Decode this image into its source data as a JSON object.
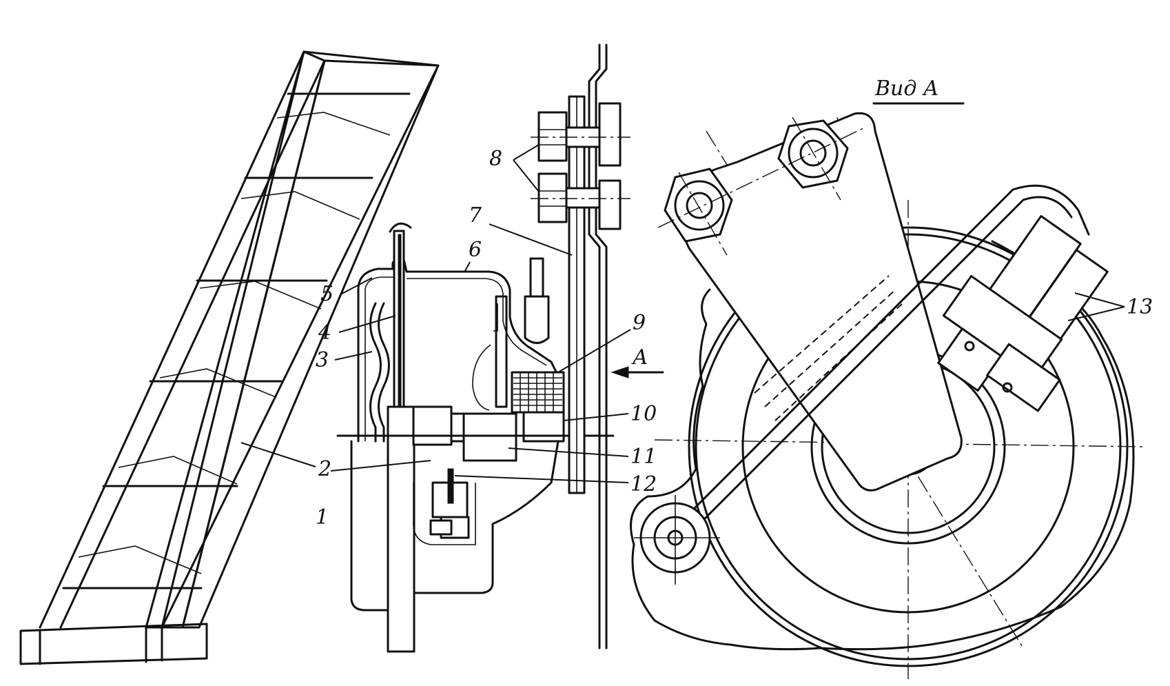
{
  "view_title": "Вид А",
  "arrow_label": "А",
  "callouts": {
    "c1": "1",
    "c2": "2",
    "c3": "3",
    "c4": "4",
    "c5": "5",
    "c6": "6",
    "c7": "7",
    "c8": "8",
    "c9": "9",
    "c10": "10",
    "c11": "11",
    "c12": "12",
    "c13": "13"
  }
}
